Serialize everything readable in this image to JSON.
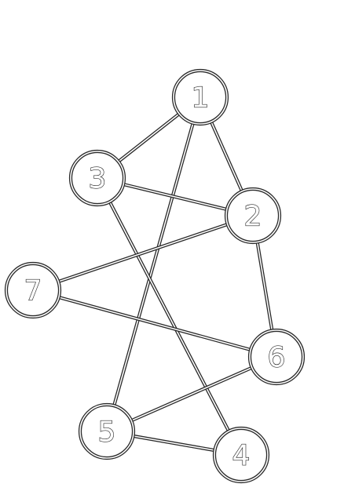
{
  "graph": {
    "nodes": [
      {
        "id": "1",
        "label": "1"
      },
      {
        "id": "2",
        "label": "2"
      },
      {
        "id": "3",
        "label": "3"
      },
      {
        "id": "4",
        "label": "4"
      },
      {
        "id": "5",
        "label": "5"
      },
      {
        "id": "6",
        "label": "6"
      },
      {
        "id": "7",
        "label": "7"
      }
    ],
    "edges": [
      {
        "source": "1",
        "target": "3"
      },
      {
        "source": "1",
        "target": "2"
      },
      {
        "source": "1",
        "target": "5"
      },
      {
        "source": "3",
        "target": "2"
      },
      {
        "source": "3",
        "target": "4"
      },
      {
        "source": "2",
        "target": "7"
      },
      {
        "source": "2",
        "target": "6"
      },
      {
        "source": "7",
        "target": "6"
      },
      {
        "source": "6",
        "target": "5"
      },
      {
        "source": "5",
        "target": "4"
      }
    ]
  },
  "colors": {
    "stroke": "#2a2a2a",
    "fill": "#ffffff",
    "background": "#ffffff"
  }
}
